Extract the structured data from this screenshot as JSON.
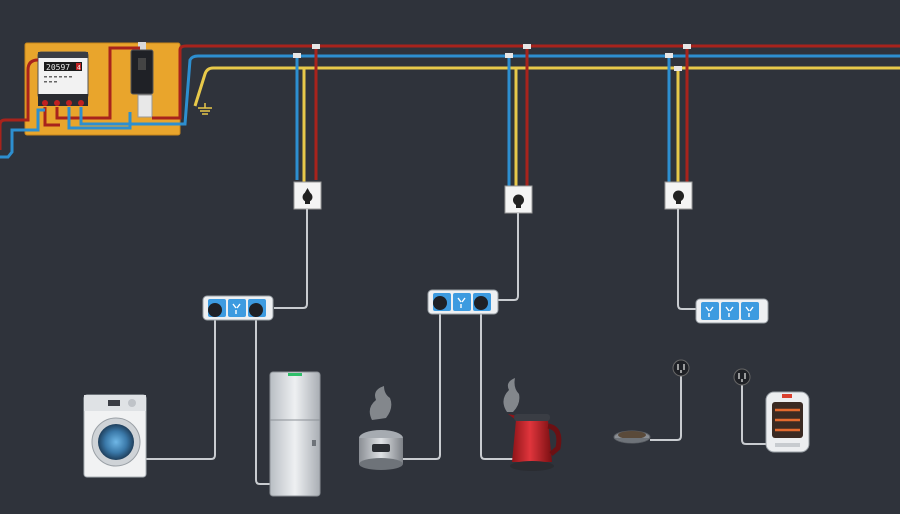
{
  "meter": {
    "reading": "20597",
    "unit_mark": "4"
  },
  "wires": {
    "live": "#a8231c",
    "neutral": "#2d8fd0",
    "earth": "#e8c94a",
    "cord": "#c9ccd0"
  },
  "board_color": "#e9a52c",
  "background": "#2f333b",
  "circuits": [
    {
      "wall_socket": "wall-socket-1",
      "power_strip": "power-strip-1",
      "appliances": [
        "washing-machine-icon",
        "refrigerator-icon"
      ]
    },
    {
      "wall_socket": "wall-socket-2",
      "power_strip": "power-strip-2",
      "appliances": [
        "rice-cooker-icon",
        "electric-kettle-icon"
      ]
    },
    {
      "wall_socket": "wall-socket-3",
      "power_strip": "power-strip-3",
      "appliances": [
        "induction-pan-icon",
        "space-heater-icon"
      ]
    }
  ]
}
